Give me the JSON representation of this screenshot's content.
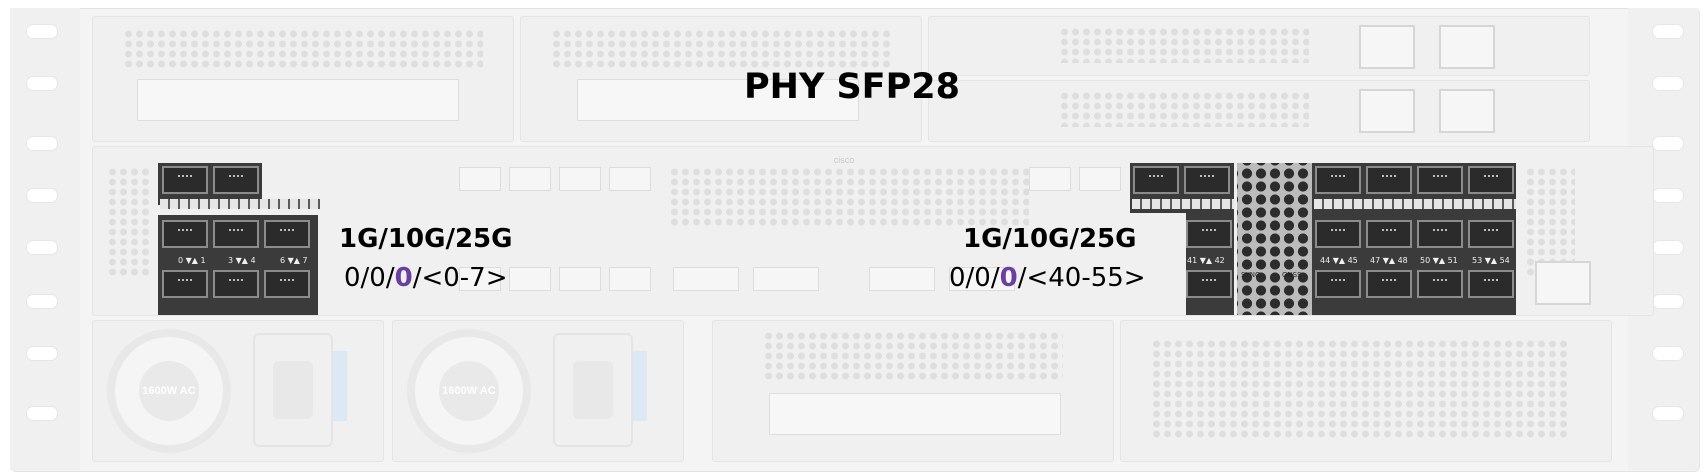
{
  "title": "PHY SFP28",
  "colors": {
    "accent_slot_number": "#6a3fa0",
    "highlight_port_body": "#2b2b2b",
    "faded_chassis": "#f4f4f4"
  },
  "groups": [
    {
      "speed": "1G/10G/25G",
      "path_prefix": "0/0/",
      "slot": "0",
      "path_suffix": "/<0-7>",
      "port_labels": [
        "0 ▼▲ 1",
        "3 ▼▲ 4",
        "6 ▼▲ 7"
      ]
    },
    {
      "speed": "1G/10G/25G",
      "path_prefix": "0/0/",
      "slot": "0",
      "path_suffix": "/<40-55>",
      "port_labels": [
        "41 ▼▲ 42",
        "44 ▼▲ 45",
        "47 ▼▲ 48",
        "50 ▼▲ 51",
        "53 ▼▲ 54"
      ]
    }
  ],
  "sync_label": "SYNC",
  "gnss_label": "GNSS",
  "psu": [
    {
      "label": "1600W AC"
    },
    {
      "label": "1600W AC"
    }
  ]
}
